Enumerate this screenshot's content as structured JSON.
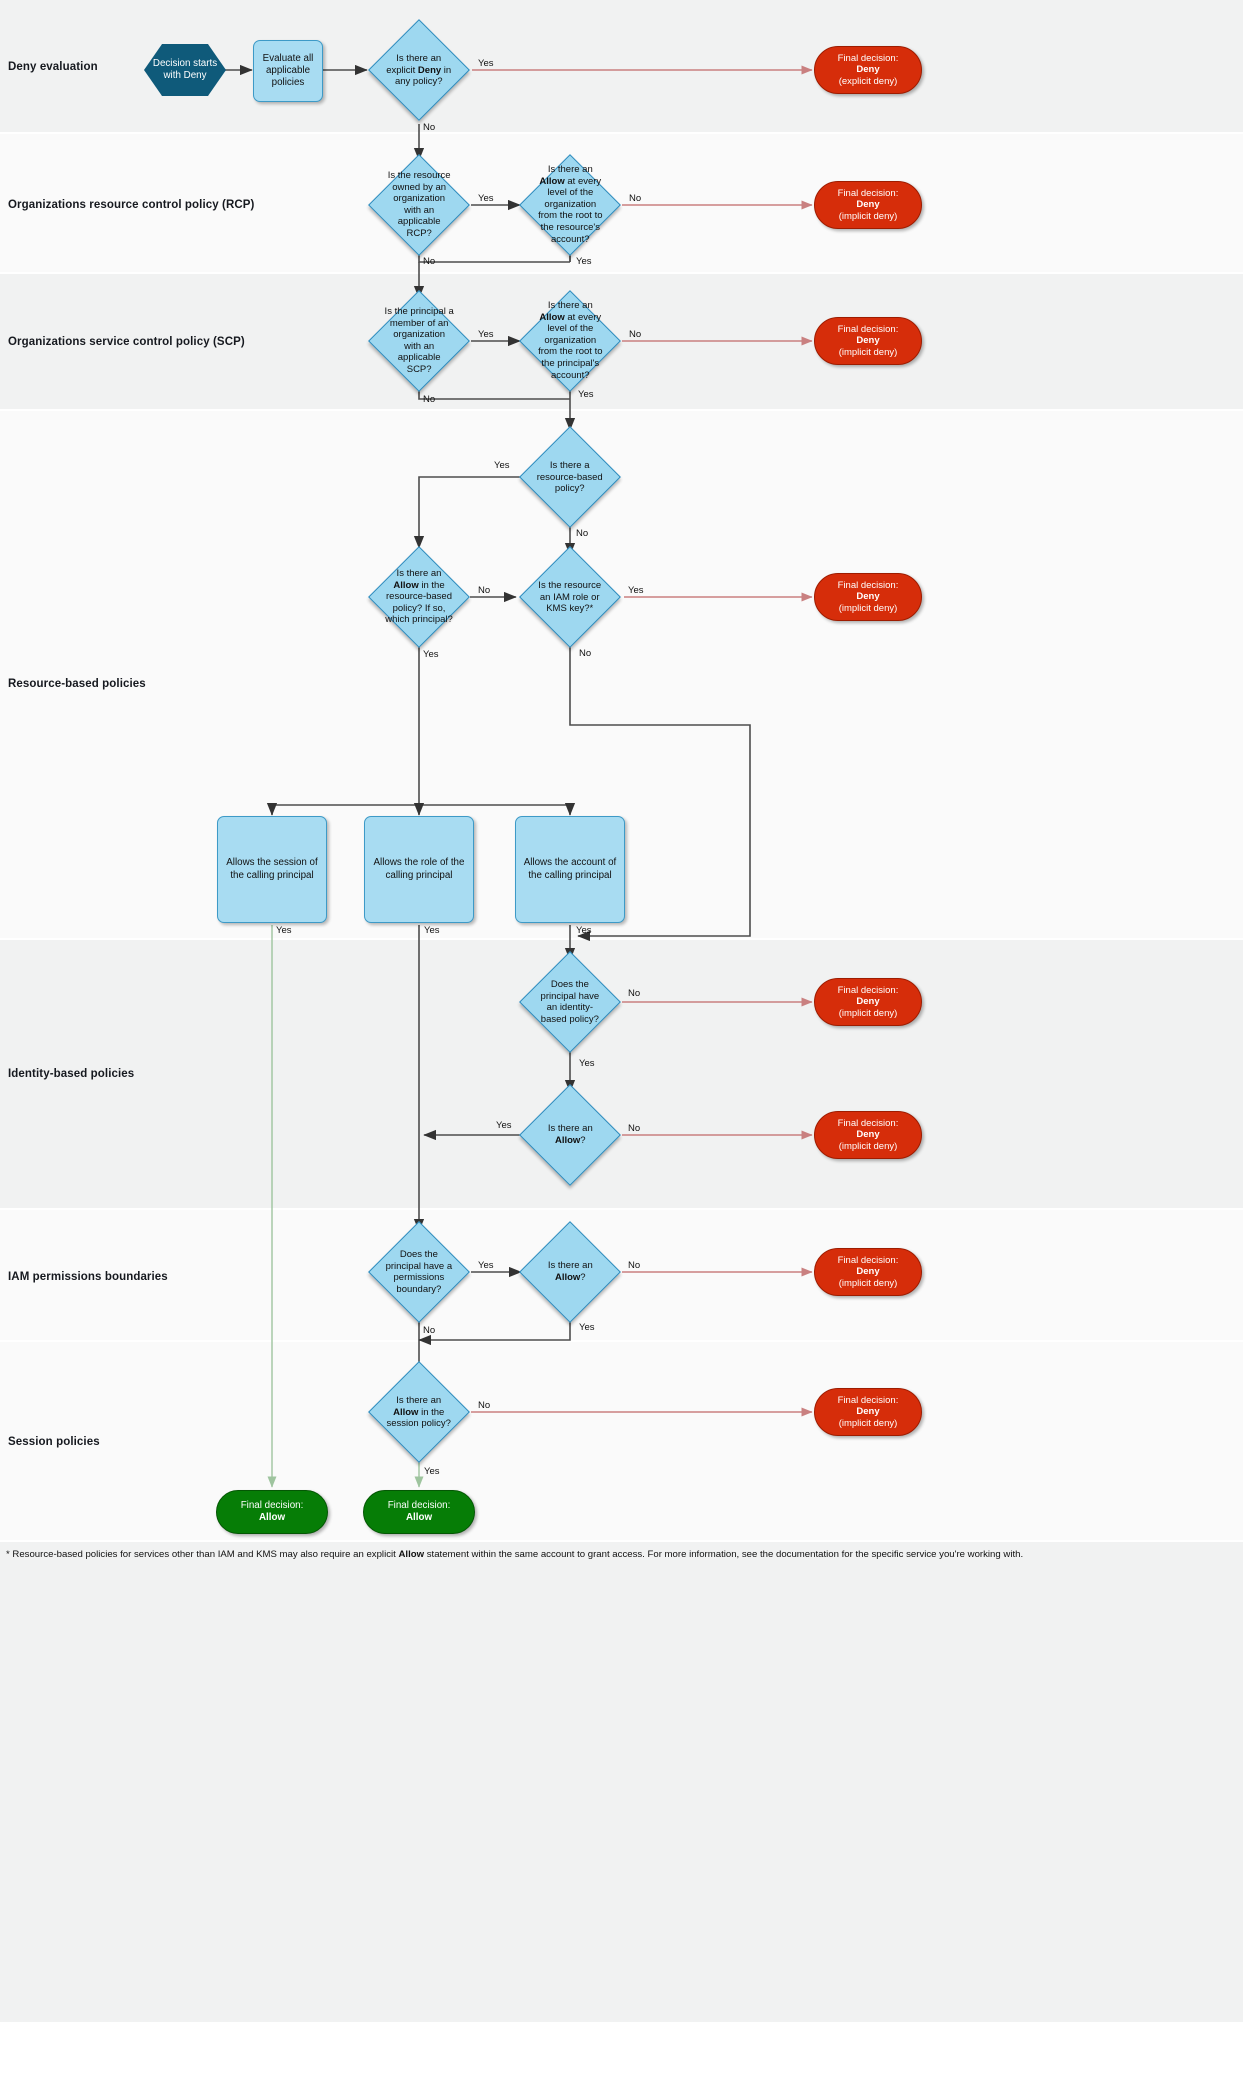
{
  "title": "AWS IAM policy evaluation logic flowchart",
  "bands": [
    {
      "label": "Deny evaluation",
      "shade": "gray"
    },
    {
      "label": "Organizations resource control policy (RCP)",
      "shade": "white"
    },
    {
      "label": "Organizations service control policy (SCP)",
      "shade": "gray"
    },
    {
      "label": "Resource-based policies",
      "shade": "white"
    },
    {
      "label": "Identity-based policies",
      "shade": "gray"
    },
    {
      "label": "IAM permissions boundaries",
      "shade": "white"
    },
    {
      "label": "Session policies",
      "shade": "white"
    }
  ],
  "nodes": {
    "start": {
      "line1": "Decision starts",
      "line2": "with Deny"
    },
    "evaluate": {
      "text": "Evaluate all applicable policies"
    },
    "q_explicit_deny": {
      "pre": "Is there an explicit ",
      "bold": "Deny",
      "post": " in any policy?"
    },
    "q_rcp_owned": {
      "text": "Is the resource owned by an organization with an applicable RCP?"
    },
    "q_rcp_allow": {
      "pre": "Is there an ",
      "bold": "Allow",
      "post": " at every level of the organization from the root to the resource's account?"
    },
    "q_scp_member": {
      "text": "Is the principal a member of an organization with an applicable SCP?"
    },
    "q_scp_allow": {
      "pre": "Is there an ",
      "bold": "Allow",
      "post": " at every level of the organization from the root to the principal's account?"
    },
    "q_rbp_exists": {
      "text": "Is there a resource-based policy?"
    },
    "q_rbp_allow": {
      "pre": "Is there an ",
      "bold": "Allow",
      "post": " in the resource-based policy? If so, which principal?"
    },
    "q_iam_role_kms": {
      "text": "Is the resource an IAM role or KMS key?*"
    },
    "box_session": {
      "text": "Allows the session of the calling principal"
    },
    "box_role": {
      "text": "Allows the role of the calling principal"
    },
    "box_account": {
      "text": "Allows the account of the calling principal"
    },
    "q_identity_policy": {
      "text": "Does the principal have an identity-based policy?"
    },
    "q_identity_allow": {
      "pre": "Is there an ",
      "bold": "Allow",
      "post": "?"
    },
    "q_pb_exists": {
      "text": "Does the principal have a permissions boundary?"
    },
    "q_pb_allow": {
      "pre": "Is there an ",
      "bold": "Allow",
      "post": "?"
    },
    "q_session_allow": {
      "pre": "Is there an ",
      "bold": "Allow",
      "post": " in the session policy?"
    }
  },
  "terminals": {
    "deny_explicit": {
      "l1": "Final decision:",
      "l2": "Deny",
      "l3": "(explicit deny)"
    },
    "deny_rcp": {
      "l1": "Final decision:",
      "l2": "Deny",
      "l3": "(implicit deny)"
    },
    "deny_scp": {
      "l1": "Final decision:",
      "l2": "Deny",
      "l3": "(implicit deny)"
    },
    "deny_rbp": {
      "l1": "Final decision:",
      "l2": "Deny",
      "l3": "(implicit deny)"
    },
    "deny_identity": {
      "l1": "Final decision:",
      "l2": "Deny",
      "l3": "(implicit deny)"
    },
    "deny_identity_allow": {
      "l1": "Final decision:",
      "l2": "Deny",
      "l3": "(implicit deny)"
    },
    "deny_pb": {
      "l1": "Final decision:",
      "l2": "Deny",
      "l3": "(implicit deny)"
    },
    "deny_session": {
      "l1": "Final decision:",
      "l2": "Deny",
      "l3": "(implicit deny)"
    },
    "allow_left": {
      "l1": "Final decision:",
      "l2": "Allow"
    },
    "allow_right": {
      "l1": "Final decision:",
      "l2": "Allow"
    }
  },
  "edge_labels": {
    "yes": "Yes",
    "no": "No"
  },
  "footnote": {
    "pre": "* Resource-based policies for services other than IAM and KMS may also require an explicit ",
    "bold": "Allow",
    "post": " statement within the same account to grant access. For more information, see the documentation for the specific service you're working with."
  },
  "colors": {
    "diamond_fill": "#9ed8f0",
    "diamond_stroke": "#2e8bbd",
    "box_fill": "#a8dcf2",
    "start_fill": "#0f5a7a",
    "deny_fill": "#d62d0a",
    "allow_fill": "#067d06",
    "band_gray": "#f1f2f2",
    "band_white": "#fafafa",
    "deny_wire": "#c98080",
    "allow_wire": "#9ec49e",
    "wire": "#4d4d4d"
  }
}
